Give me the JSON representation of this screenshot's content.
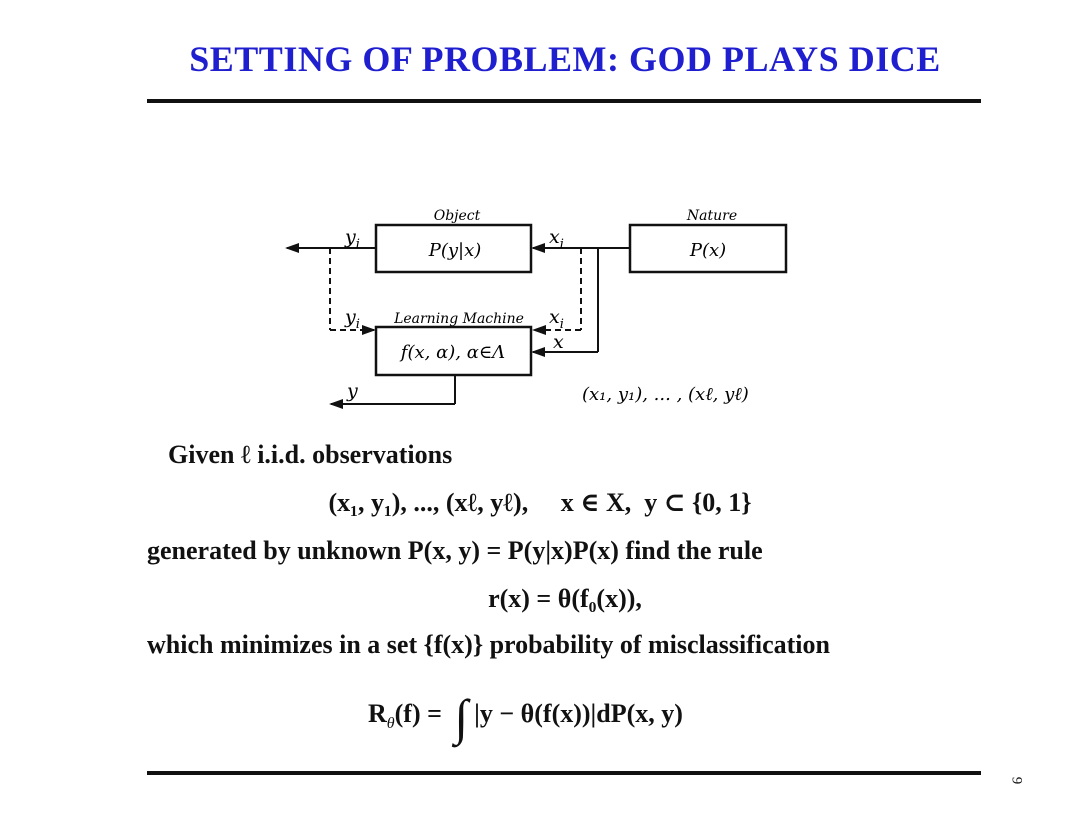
{
  "slide": {
    "title": "SETTING OF PROBLEM: GOD PLAYS DICE",
    "page_number": "9"
  },
  "diagram": {
    "object_caption": "Object",
    "object_box": "P(y|x)",
    "nature_caption": "Nature",
    "nature_box": "P(x)",
    "learning_caption": "Learning Machine",
    "learning_box": "f(x, α), α∈Λ",
    "label_yi_top": "y",
    "label_yi_top_sub": "i",
    "label_xi_top": "x",
    "label_xi_top_sub": "i",
    "label_yi_mid": "y",
    "label_yi_mid_sub": "i",
    "label_xi_mid": "x",
    "label_xi_mid_sub": "i",
    "label_x": "x",
    "label_y": "y",
    "sample_seq": "(x₁, y₁), ... , (xℓ, yℓ)"
  },
  "text": {
    "given": "Given ℓ i.i.d. observations",
    "observations": "(x₁, y₁), ..., (xℓ, yℓ),     x ∈ X,  y ⊂ {0, 1}",
    "generated": "generated by unknown P(x, y) = P(y|x)P(x) find the rule",
    "rule": "r(x) = θ(f₀(x)),",
    "which": "which minimizes in a set {f(x)} probability of misclassification",
    "risk_lhs": "R",
    "risk_sub": "θ",
    "risk_mid": "(f) =",
    "risk_integral": "∫",
    "risk_rhs": "|y − θ(f(x))|dP(x, y)"
  }
}
